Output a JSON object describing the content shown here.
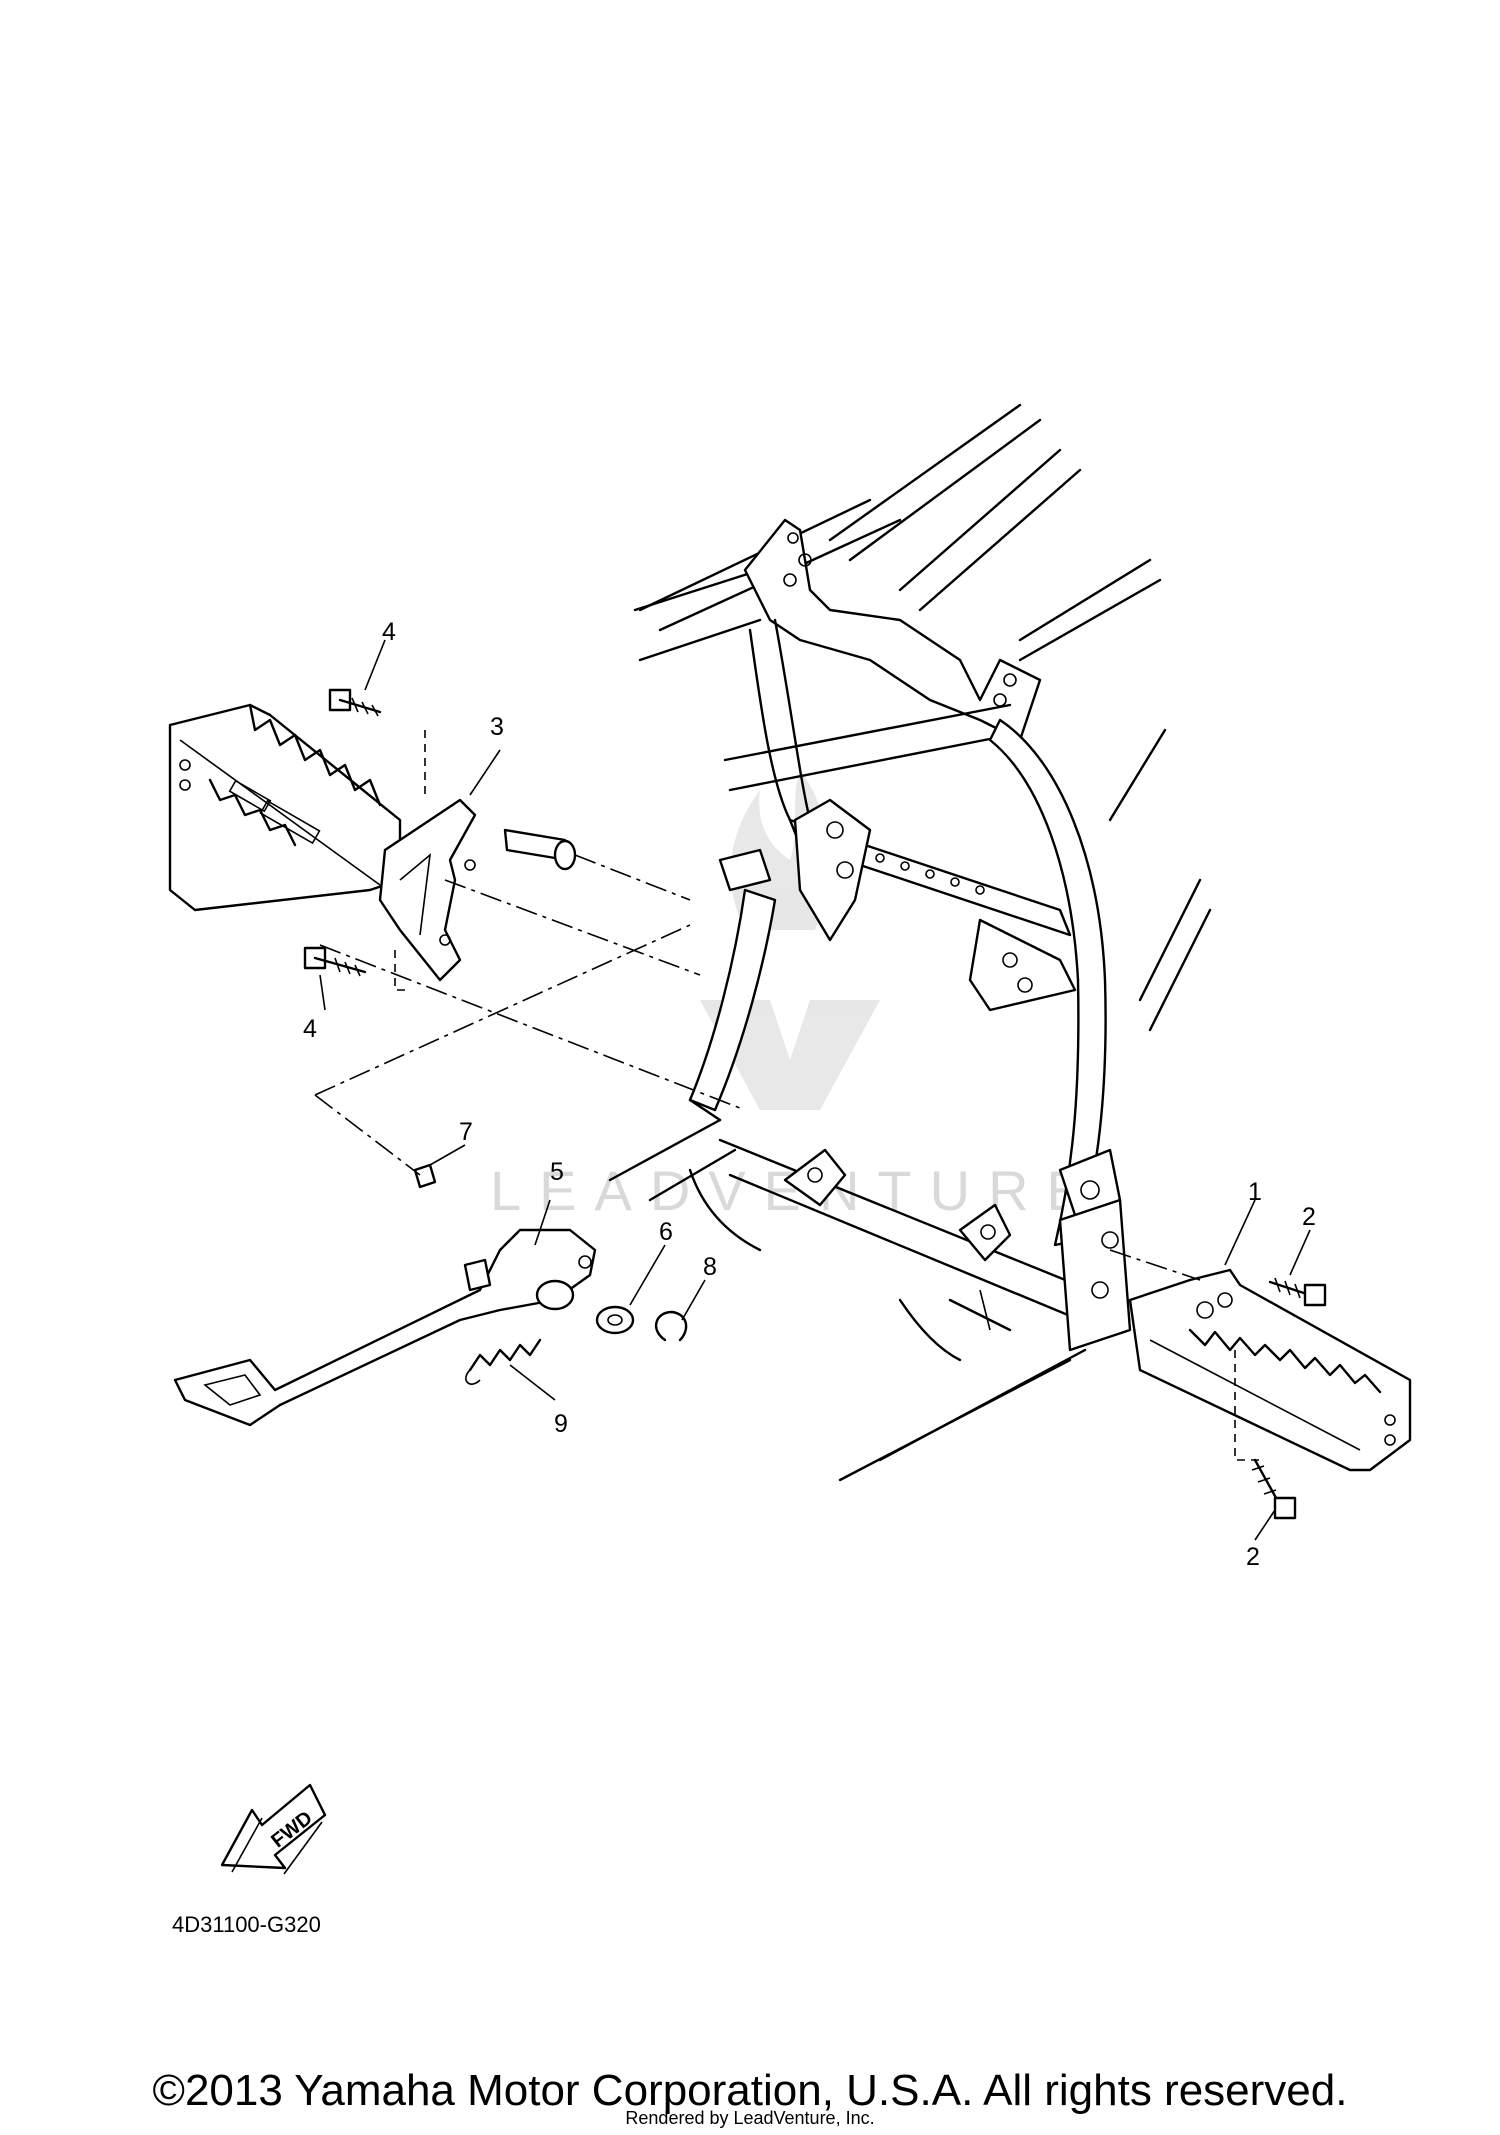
{
  "callouts": [
    {
      "id": "c1",
      "text": "1"
    },
    {
      "id": "c2a",
      "text": "2"
    },
    {
      "id": "c2b",
      "text": "2"
    },
    {
      "id": "c3",
      "text": "3"
    },
    {
      "id": "c4a",
      "text": "4"
    },
    {
      "id": "c4b",
      "text": "4"
    },
    {
      "id": "c5",
      "text": "5"
    },
    {
      "id": "c6",
      "text": "6"
    },
    {
      "id": "c7",
      "text": "7"
    },
    {
      "id": "c8",
      "text": "8"
    },
    {
      "id": "c9",
      "text": "9"
    }
  ],
  "fwd_label": "FWD",
  "diagram_code": "4D31100-G320",
  "watermark": "LEADVENTURE",
  "copyright": "©2013 Yamaha Motor Corporation, U.S.A. All rights reserved.",
  "rendered_by": "Rendered by LeadVenture, Inc.",
  "colors": {
    "line": "#000000",
    "background": "#ffffff",
    "watermark": "#d9d9d9"
  }
}
